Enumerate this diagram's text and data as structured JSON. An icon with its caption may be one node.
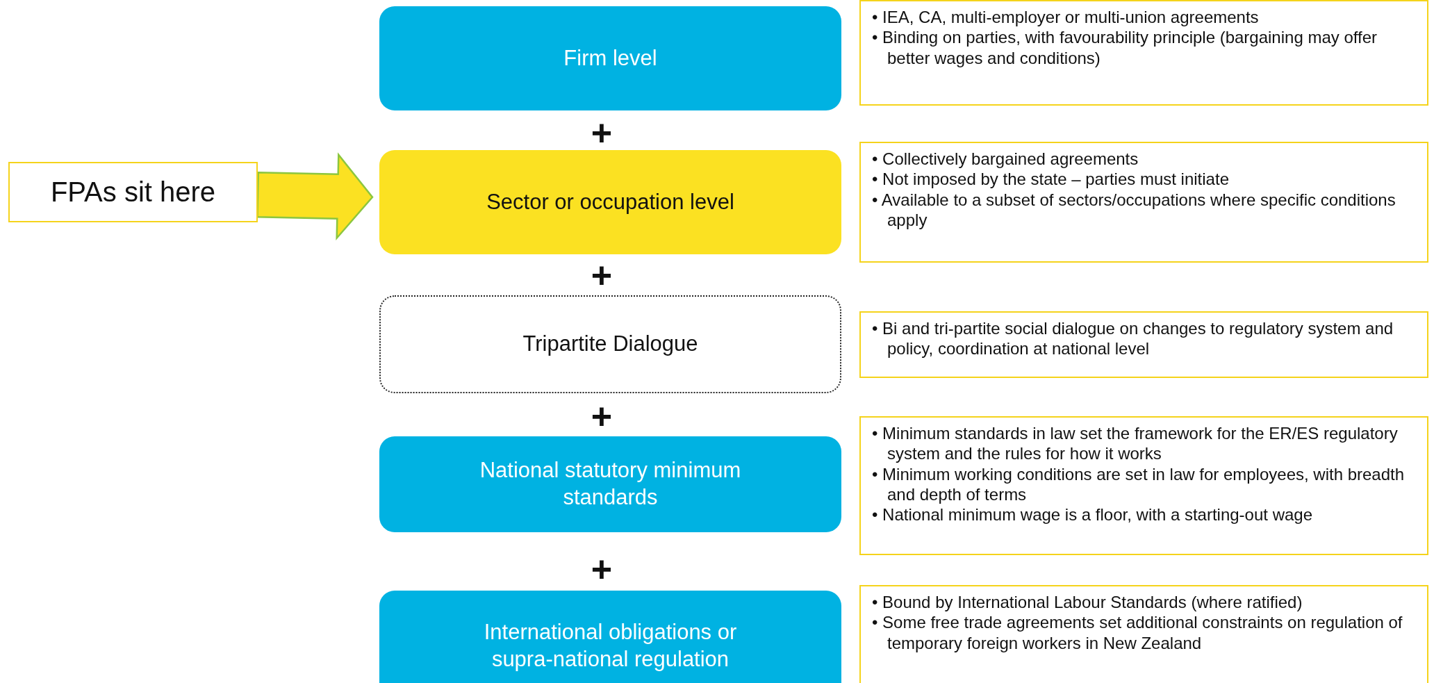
{
  "diagram": {
    "nodes": [
      {
        "text": [
          "Firm level"
        ]
      },
      {
        "text": [
          "• IEA, CA, multi-employer or multi-union agreements",
          "• Binding on parties, with favourability principle (bargaining may offer better wages and conditions)"
        ]
      },
      {
        "text": [
          "FPAs sit here"
        ]
      },
      {
        "text": [
          "Sector or occupation level"
        ]
      },
      {
        "text": [
          "• Collectively bargained agreements",
          "• Not imposed by the state – parties must initiate",
          "• Available to a subset of sectors/occupations where specific conditions apply"
        ]
      },
      {
        "text": [
          "Tripartite Dialogue"
        ]
      },
      {
        "text": [
          "• Bi and tri-partite social dialogue on changes to regulatory system and policy, coordination at national level"
        ]
      },
      {
        "text": [
          "National statutory minimum standards"
        ]
      },
      {
        "text": [
          "• Minimum standards in law set the framework for the ER/ES regulatory system and the rules for how it works",
          "• Minimum working conditions are set in law for employees, with breadth and depth of terms",
          "• National minimum wage is a floor, with a starting-out wage"
        ]
      },
      {
        "text": [
          "International obligations or supra-national regulation"
        ]
      },
      {
        "text": [
          "• Bound by International Labour Standards (where ratified)",
          "• Some free trade agreements set additional constraints on regulation of temporary foreign workers in New Zealand"
        ]
      }
    ],
    "edges": [
      {
        "from": 2,
        "to": 3,
        "arrow": "to"
      }
    ],
    "labels": [
      "+",
      "+",
      "+",
      "+"
    ]
  }
}
